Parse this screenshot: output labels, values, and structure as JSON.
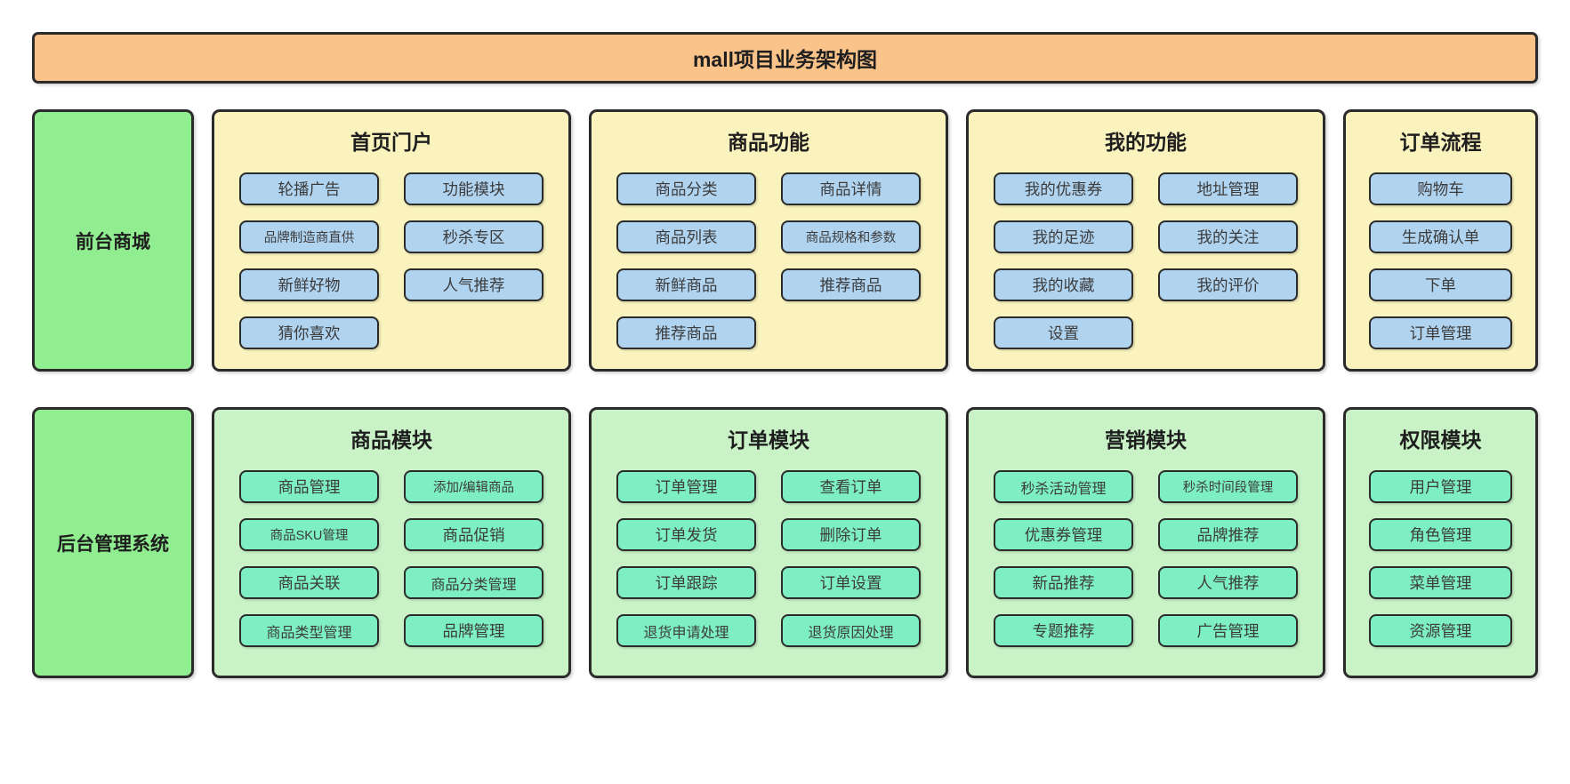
{
  "title": "mall项目业务架构图",
  "colors": {
    "banner_bg": "#FAC38A",
    "side_label_bg": "#90EE90",
    "front_panel_bg": "#FAF3BE",
    "front_button_bg": "#B0D3F0",
    "back_panel_bg": "#C9F3C6",
    "back_button_bg": "#7DEFC2",
    "border": "#2B2B2B"
  },
  "rows": [
    {
      "id": "front-mall",
      "label": "前台商城",
      "panel_bg": "#FAF3BE",
      "button_bg": "#B0D3F0",
      "sections": [
        {
          "id": "home-portal",
          "title": "首页门户",
          "columns": 2,
          "buttons": [
            "轮播广告",
            "功能模块",
            "品牌制造商直供",
            "秒杀专区",
            "新鲜好物",
            "人气推荐",
            "猜你喜欢"
          ]
        },
        {
          "id": "product-features",
          "title": "商品功能",
          "columns": 2,
          "buttons": [
            "商品分类",
            "商品详情",
            "商品列表",
            "商品规格和参数",
            "新鲜商品",
            "推荐商品",
            "推荐商品"
          ]
        },
        {
          "id": "my-features",
          "title": "我的功能",
          "columns": 2,
          "buttons": [
            "我的优惠券",
            "地址管理",
            "我的足迹",
            "我的关注",
            "我的收藏",
            "我的评价",
            "设置"
          ]
        },
        {
          "id": "order-flow",
          "title": "订单流程",
          "columns": 1,
          "buttons": [
            "购物车",
            "生成确认单",
            "下单",
            "订单管理"
          ]
        }
      ]
    },
    {
      "id": "backend-admin",
      "label": "后台管理系统",
      "panel_bg": "#C9F3C6",
      "button_bg": "#7DEFC2",
      "sections": [
        {
          "id": "product-module",
          "title": "商品模块",
          "columns": 2,
          "buttons": [
            "商品管理",
            "添加/编辑商品",
            "商品SKU管理",
            "商品促销",
            "商品关联",
            "商品分类管理",
            "商品类型管理",
            "品牌管理"
          ]
        },
        {
          "id": "order-module",
          "title": "订单模块",
          "columns": 2,
          "buttons": [
            "订单管理",
            "查看订单",
            "订单发货",
            "删除订单",
            "订单跟踪",
            "订单设置",
            "退货申请处理",
            "退货原因处理"
          ]
        },
        {
          "id": "marketing-module",
          "title": "营销模块",
          "columns": 2,
          "buttons": [
            "秒杀活动管理",
            "秒杀时间段管理",
            "优惠券管理",
            "品牌推荐",
            "新品推荐",
            "人气推荐",
            "专题推荐",
            "广告管理"
          ]
        },
        {
          "id": "permission-module",
          "title": "权限模块",
          "columns": 1,
          "buttons": [
            "用户管理",
            "角色管理",
            "菜单管理",
            "资源管理"
          ]
        }
      ]
    }
  ]
}
